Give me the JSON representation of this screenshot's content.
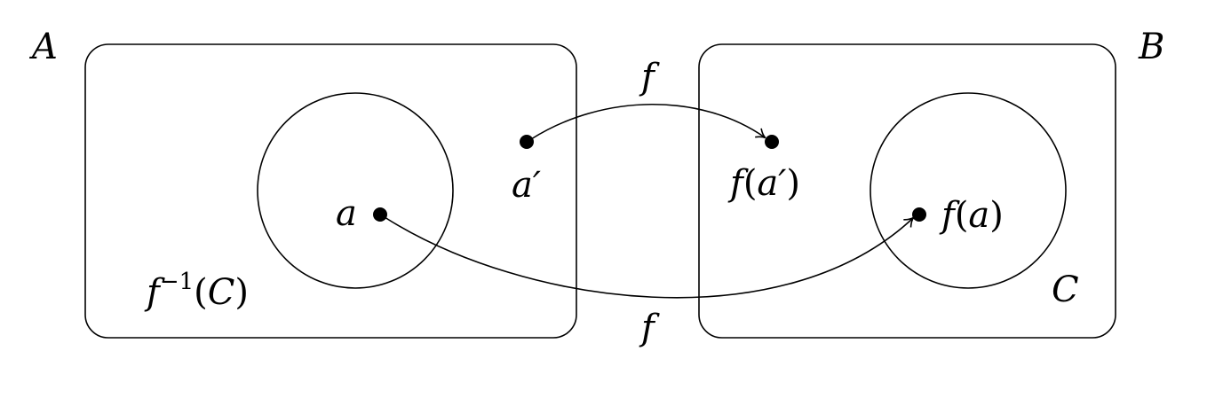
{
  "sets": {
    "domain_label": "A",
    "codomain_label": "B",
    "subset_label": "C",
    "preimage_label": {
      "func": "f",
      "exponent": "−1",
      "open": "(",
      "arg": "C",
      "close": ")"
    }
  },
  "points": {
    "a_prime": "a′",
    "f_a_prime": {
      "func": "f",
      "open": "(",
      "arg": "a′",
      "close": ")"
    },
    "a": "a",
    "f_a": {
      "func": "f",
      "open": "(",
      "arg": "a",
      "close": ")"
    }
  },
  "arrows": {
    "top_label": "f",
    "bottom_label": "f"
  },
  "colors": {
    "stroke": "#000000",
    "background": "#ffffff"
  }
}
